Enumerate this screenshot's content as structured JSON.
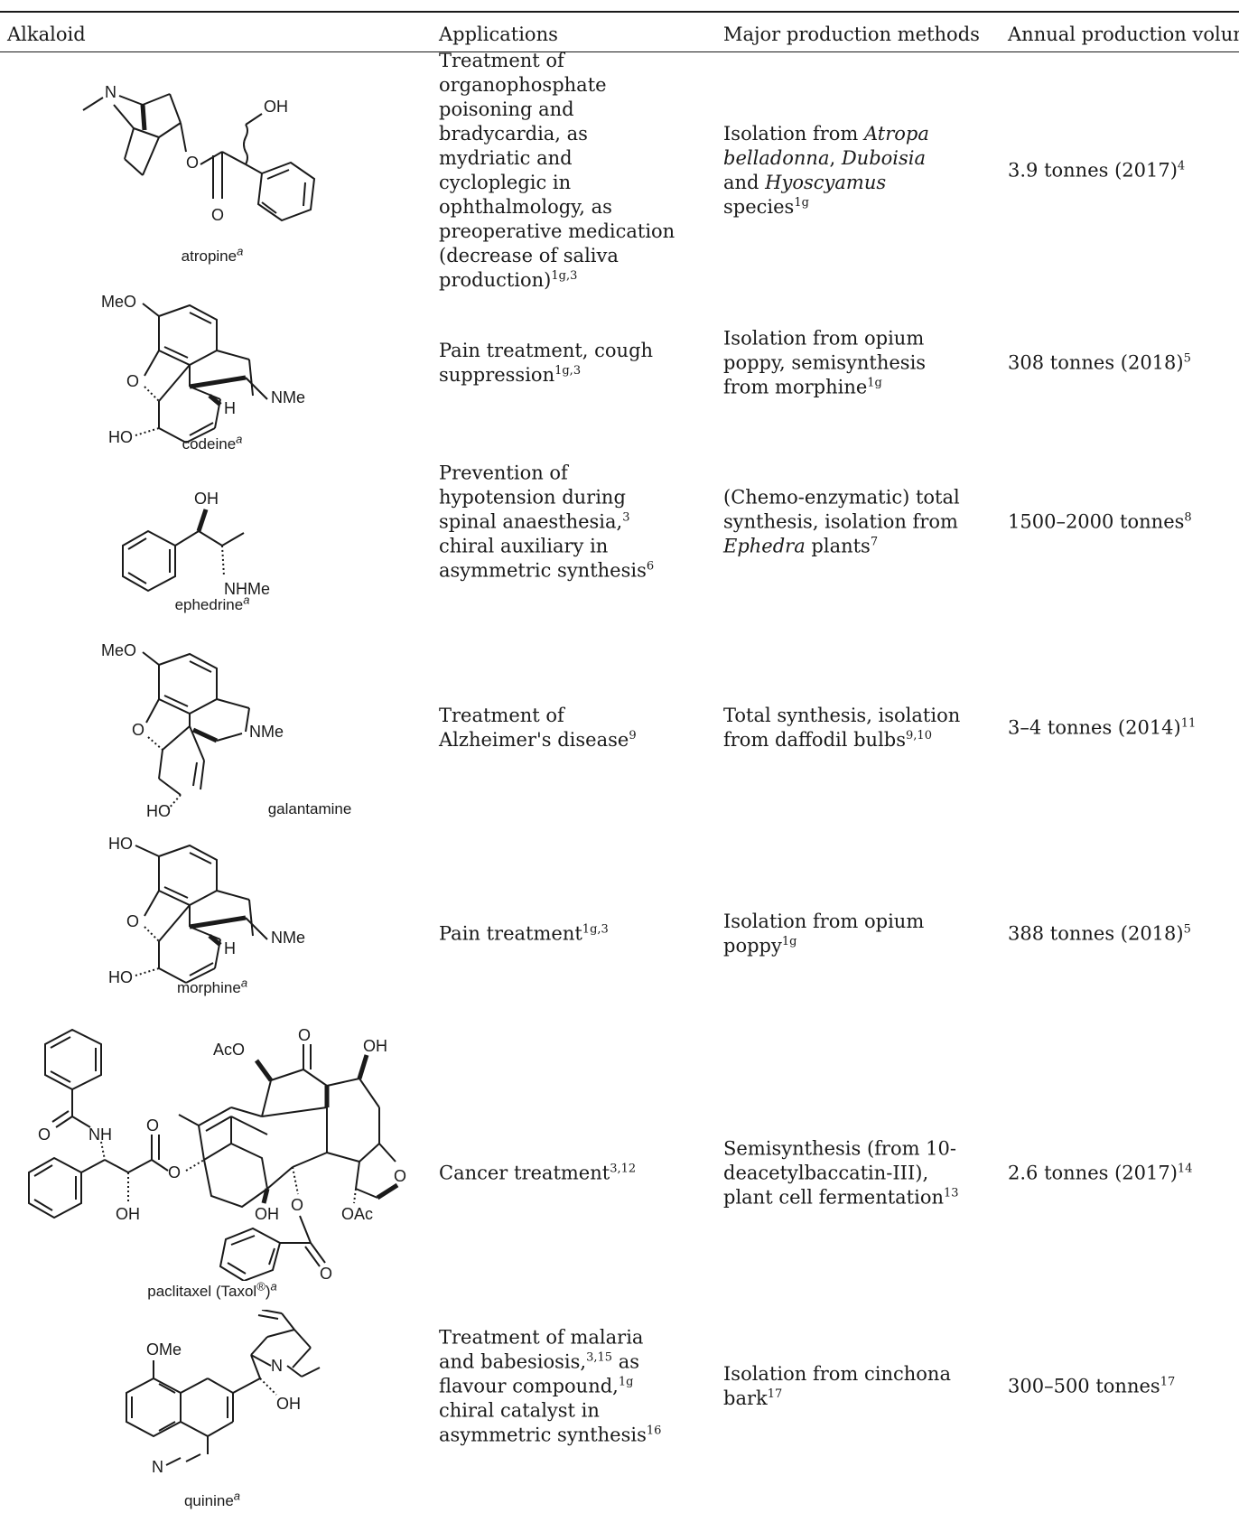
{
  "headers": {
    "alkaloid": "Alkaloid",
    "applications": "Applications",
    "methods": "Major production methods",
    "volume": "Annual production volume"
  },
  "rows": [
    {
      "name": "atropine",
      "name_sup": "a",
      "atoms": {
        "n": "N",
        "oh": "OH",
        "o": "O",
        "o2": "O"
      },
      "applications": [
        {
          "t": "Treatment of organophosphate poisoning and bradycardia, as mydriatic and cycloplegic in ophthalmology, as preoperative medication (decrease of saliva production)"
        },
        {
          "t": "1g,3",
          "sup": true
        }
      ],
      "methods": [
        {
          "t": "Isolation from "
        },
        {
          "t": "Atropa belladonna",
          "i": true
        },
        {
          "t": ", "
        },
        {
          "t": "Duboisia",
          "i": true
        },
        {
          "t": " and "
        },
        {
          "t": "Hyoscyamus",
          "i": true
        },
        {
          "t": " species"
        },
        {
          "t": "1g",
          "sup": true
        }
      ],
      "volume": [
        {
          "t": "3.9 tonnes (2017)"
        },
        {
          "t": "4",
          "sup": true
        }
      ]
    },
    {
      "name": "codeine",
      "name_sup": "a",
      "atoms": {
        "meo": "MeO",
        "o": "O",
        "ho": "HO",
        "nme": "NMe",
        "h": "H"
      },
      "applications": [
        {
          "t": "Pain treatment, cough suppression"
        },
        {
          "t": "1g,3",
          "sup": true
        }
      ],
      "methods": [
        {
          "t": "Isolation from opium poppy, semisynthesis from morphine"
        },
        {
          "t": "1g",
          "sup": true
        }
      ],
      "volume": [
        {
          "t": "308 tonnes (2018)"
        },
        {
          "t": "5",
          "sup": true
        }
      ]
    },
    {
      "name": "ephedrine",
      "name_sup": "a",
      "atoms": {
        "oh": "OH",
        "nhme": "NHMe"
      },
      "applications": [
        {
          "t": "Prevention of hypotension during spinal anaesthesia,"
        },
        {
          "t": "3",
          "sup": true
        },
        {
          "t": " chiral auxiliary in asymmetric synthesis"
        },
        {
          "t": "6",
          "sup": true
        }
      ],
      "methods": [
        {
          "t": "(Chemo-enzymatic) total synthesis, isolation from "
        },
        {
          "t": "Ephedra",
          "i": true
        },
        {
          "t": " plants"
        },
        {
          "t": "7",
          "sup": true
        }
      ],
      "volume": [
        {
          "t": "1500–2000 tonnes"
        },
        {
          "t": "8",
          "sup": true
        }
      ]
    },
    {
      "name": "galantamine",
      "name_sup": "",
      "atoms": {
        "meo": "MeO",
        "o": "O",
        "nme": "NMe",
        "ho": "HO"
      },
      "applications": [
        {
          "t": "Treatment of Alzheimer's disease"
        },
        {
          "t": "9",
          "sup": true
        }
      ],
      "methods": [
        {
          "t": "Total synthesis, isolation from daffodil bulbs"
        },
        {
          "t": "9,10",
          "sup": true
        }
      ],
      "volume": [
        {
          "t": "3–4 tonnes (2014)"
        },
        {
          "t": "11",
          "sup": true
        }
      ]
    },
    {
      "name": "morphine",
      "name_sup": "a",
      "atoms": {
        "ho": "HO",
        "o": "O",
        "nme": "NMe",
        "h": "H",
        "ho2": "HO"
      },
      "applications": [
        {
          "t": "Pain treatment"
        },
        {
          "t": "1g,3",
          "sup": true
        }
      ],
      "methods": [
        {
          "t": "Isolation from opium poppy"
        },
        {
          "t": "1g",
          "sup": true
        }
      ],
      "volume": [
        {
          "t": "388 tonnes (2018)"
        },
        {
          "t": "5",
          "sup": true
        }
      ]
    },
    {
      "name": "paclitaxel (Taxol",
      "name_reg": "®",
      "name_close": ")",
      "name_sup": "a",
      "atoms": {
        "aco": "AcO",
        "o": "O",
        "oh": "OH",
        "o2": "O",
        "nh": "NH",
        "o3": "O",
        "o4": "O",
        "oh2": "OH",
        "oh3": "OH",
        "o5": "O",
        "oac": "OAc",
        "o6": "O",
        "o7": "O"
      },
      "applications": [
        {
          "t": "Cancer treatment"
        },
        {
          "t": "3,12",
          "sup": true
        }
      ],
      "methods": [
        {
          "t": "Semisynthesis (from 10-deacetylbaccatin-III), plant cell fermentation"
        },
        {
          "t": "13",
          "sup": true
        }
      ],
      "volume": [
        {
          "t": "2.6 tonnes (2017)"
        },
        {
          "t": "14",
          "sup": true
        }
      ]
    },
    {
      "name": "quinine",
      "name_sup": "a",
      "atoms": {
        "ome": "OMe",
        "n": "N",
        "oh": "OH",
        "n2": "N"
      },
      "applications": [
        {
          "t": "Treatment of malaria and babesiosis,"
        },
        {
          "t": "3,15",
          "sup": true
        },
        {
          "t": " as flavour compound,"
        },
        {
          "t": "1g",
          "sup": true
        },
        {
          "t": " chiral catalyst in asymmetric synthesis"
        },
        {
          "t": "16",
          "sup": true
        }
      ],
      "methods": [
        {
          "t": "Isolation from cinchona bark"
        },
        {
          "t": "17",
          "sup": true
        }
      ],
      "volume": [
        {
          "t": "300–500 tonnes"
        },
        {
          "t": "17",
          "sup": true
        }
      ]
    }
  ]
}
